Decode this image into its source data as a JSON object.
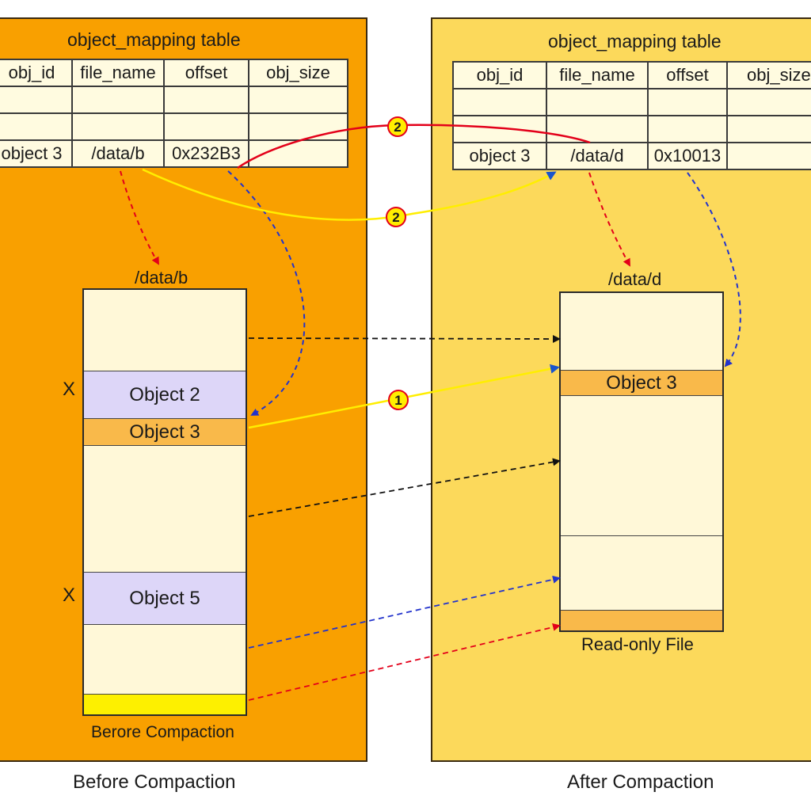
{
  "left_panel": {
    "table_title": "object_mapping table",
    "headers": [
      "obj_id",
      "file_name",
      "offset",
      "obj_size"
    ],
    "rows": [
      [
        "",
        "",
        "",
        ""
      ],
      [
        "",
        "",
        "",
        ""
      ],
      [
        "object 3",
        "/data/b",
        "0x232B3",
        ""
      ]
    ],
    "file_label": "/data/b",
    "segments": [
      "",
      "Object 2",
      "Object 3",
      "",
      "Object 5",
      "",
      ""
    ],
    "delete_marks": [
      "X",
      "X"
    ],
    "inner_caption": "Berore Compaction",
    "caption": "Before Compaction"
  },
  "right_panel": {
    "table_title": "object_mapping table",
    "headers": [
      "obj_id",
      "file_name",
      "offset",
      "obj_size"
    ],
    "rows": [
      [
        "",
        "",
        "",
        ""
      ],
      [
        "",
        "",
        "",
        ""
      ],
      [
        "object 3",
        "/data/d",
        "0x10013",
        ""
      ]
    ],
    "file_label": "/data/d",
    "segments": [
      "",
      "Object 3",
      "",
      "",
      ""
    ],
    "inner_caption": "Read-only File",
    "caption": "After Compaction"
  },
  "badges": [
    "1",
    "2",
    "2"
  ],
  "colors": {
    "left_background": "#f9a000",
    "right_background": "#fcd95b",
    "file_fill": "#fff8d8",
    "deleted_object_fill": "#ddd6f8",
    "moved_object_fill": "#f9b94a",
    "arrow_red": "#e3001a",
    "arrow_blue": "#2233cc",
    "arrow_yellow": "#ffee00",
    "arrow_black": "#111111"
  }
}
